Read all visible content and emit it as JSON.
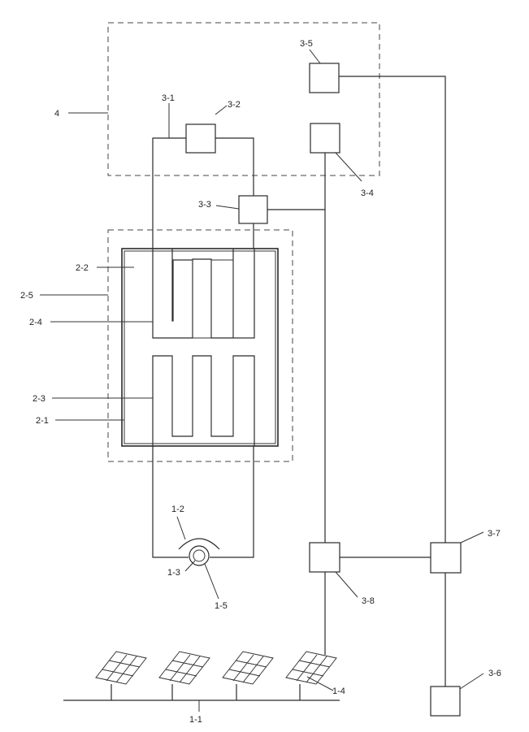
{
  "labels": {
    "l4": "4",
    "l3_1": "3-1",
    "l3_2": "3-2",
    "l3_3": "3-3",
    "l3_4": "3-4",
    "l3_5": "3-5",
    "l3_6": "3-6",
    "l3_7": "3-7",
    "l3_8": "3-8",
    "l2_1": "2-1",
    "l2_2": "2-2",
    "l2_3": "2-3",
    "l2_4": "2-4",
    "l2_5": "2-5",
    "l1_1": "1-1",
    "l1_2": "1-2",
    "l1_3": "1-3",
    "l1_4": "1-4",
    "l1_5": "1-5"
  },
  "icons": {
    "solar_panel": "solar-panel-icon",
    "pump": "pump-icon"
  }
}
